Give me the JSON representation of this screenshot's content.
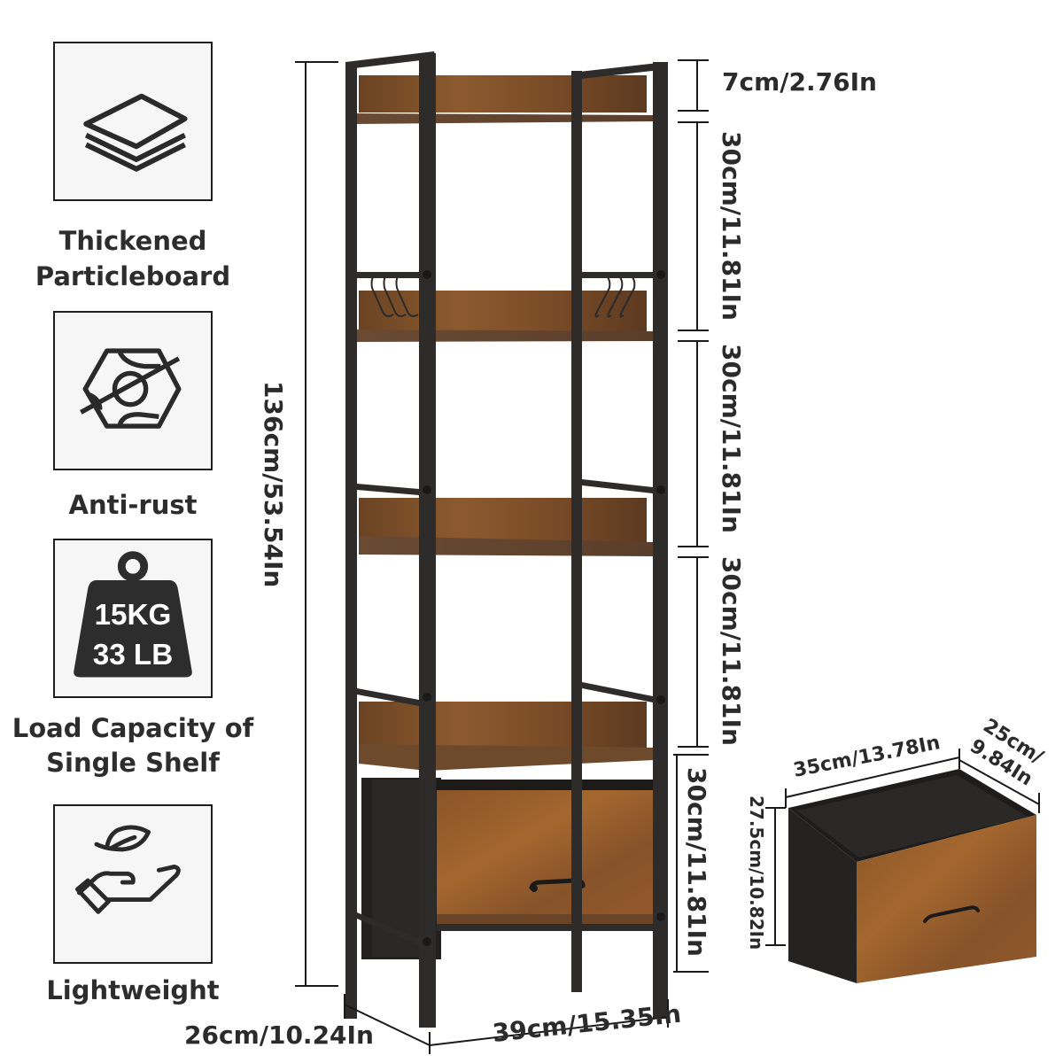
{
  "features": [
    {
      "icon": "layers-icon",
      "label_lines": [
        "Thickened",
        "Particleboard"
      ]
    },
    {
      "icon": "anti-rust-nut-icon",
      "label_lines": [
        "Anti-rust"
      ]
    },
    {
      "icon": "weight-icon",
      "weight_kg": "15KG",
      "weight_lb": "33 LB",
      "label_lines": [
        "Load Capacity of",
        "Single Shelf"
      ]
    },
    {
      "icon": "feather-hand-icon",
      "label_lines": [
        "Lightweight"
      ]
    }
  ],
  "dimensions": {
    "total_height": "136cm/53.54In",
    "top_gap": "7cm/2.76In",
    "shelf_gap_1": "30cm/11.81In",
    "shelf_gap_2": "30cm/11.81In",
    "shelf_gap_3": "30cm/11.81In",
    "shelf_gap_4": "30cm/11.81In",
    "depth": "26cm/10.24In",
    "width": "39cm/15.35In"
  },
  "drawer": {
    "width": "35cm/13.78In",
    "depth_line1": "25cm/",
    "depth_line2": "9.84In",
    "height": "27.5cm/10.82In"
  },
  "colors": {
    "frame": "#2e2c2b",
    "wood": "#8a5a30",
    "wood_dark": "#5e3b22",
    "fabric": "#1f1d1c",
    "text": "#2b2b2b"
  }
}
